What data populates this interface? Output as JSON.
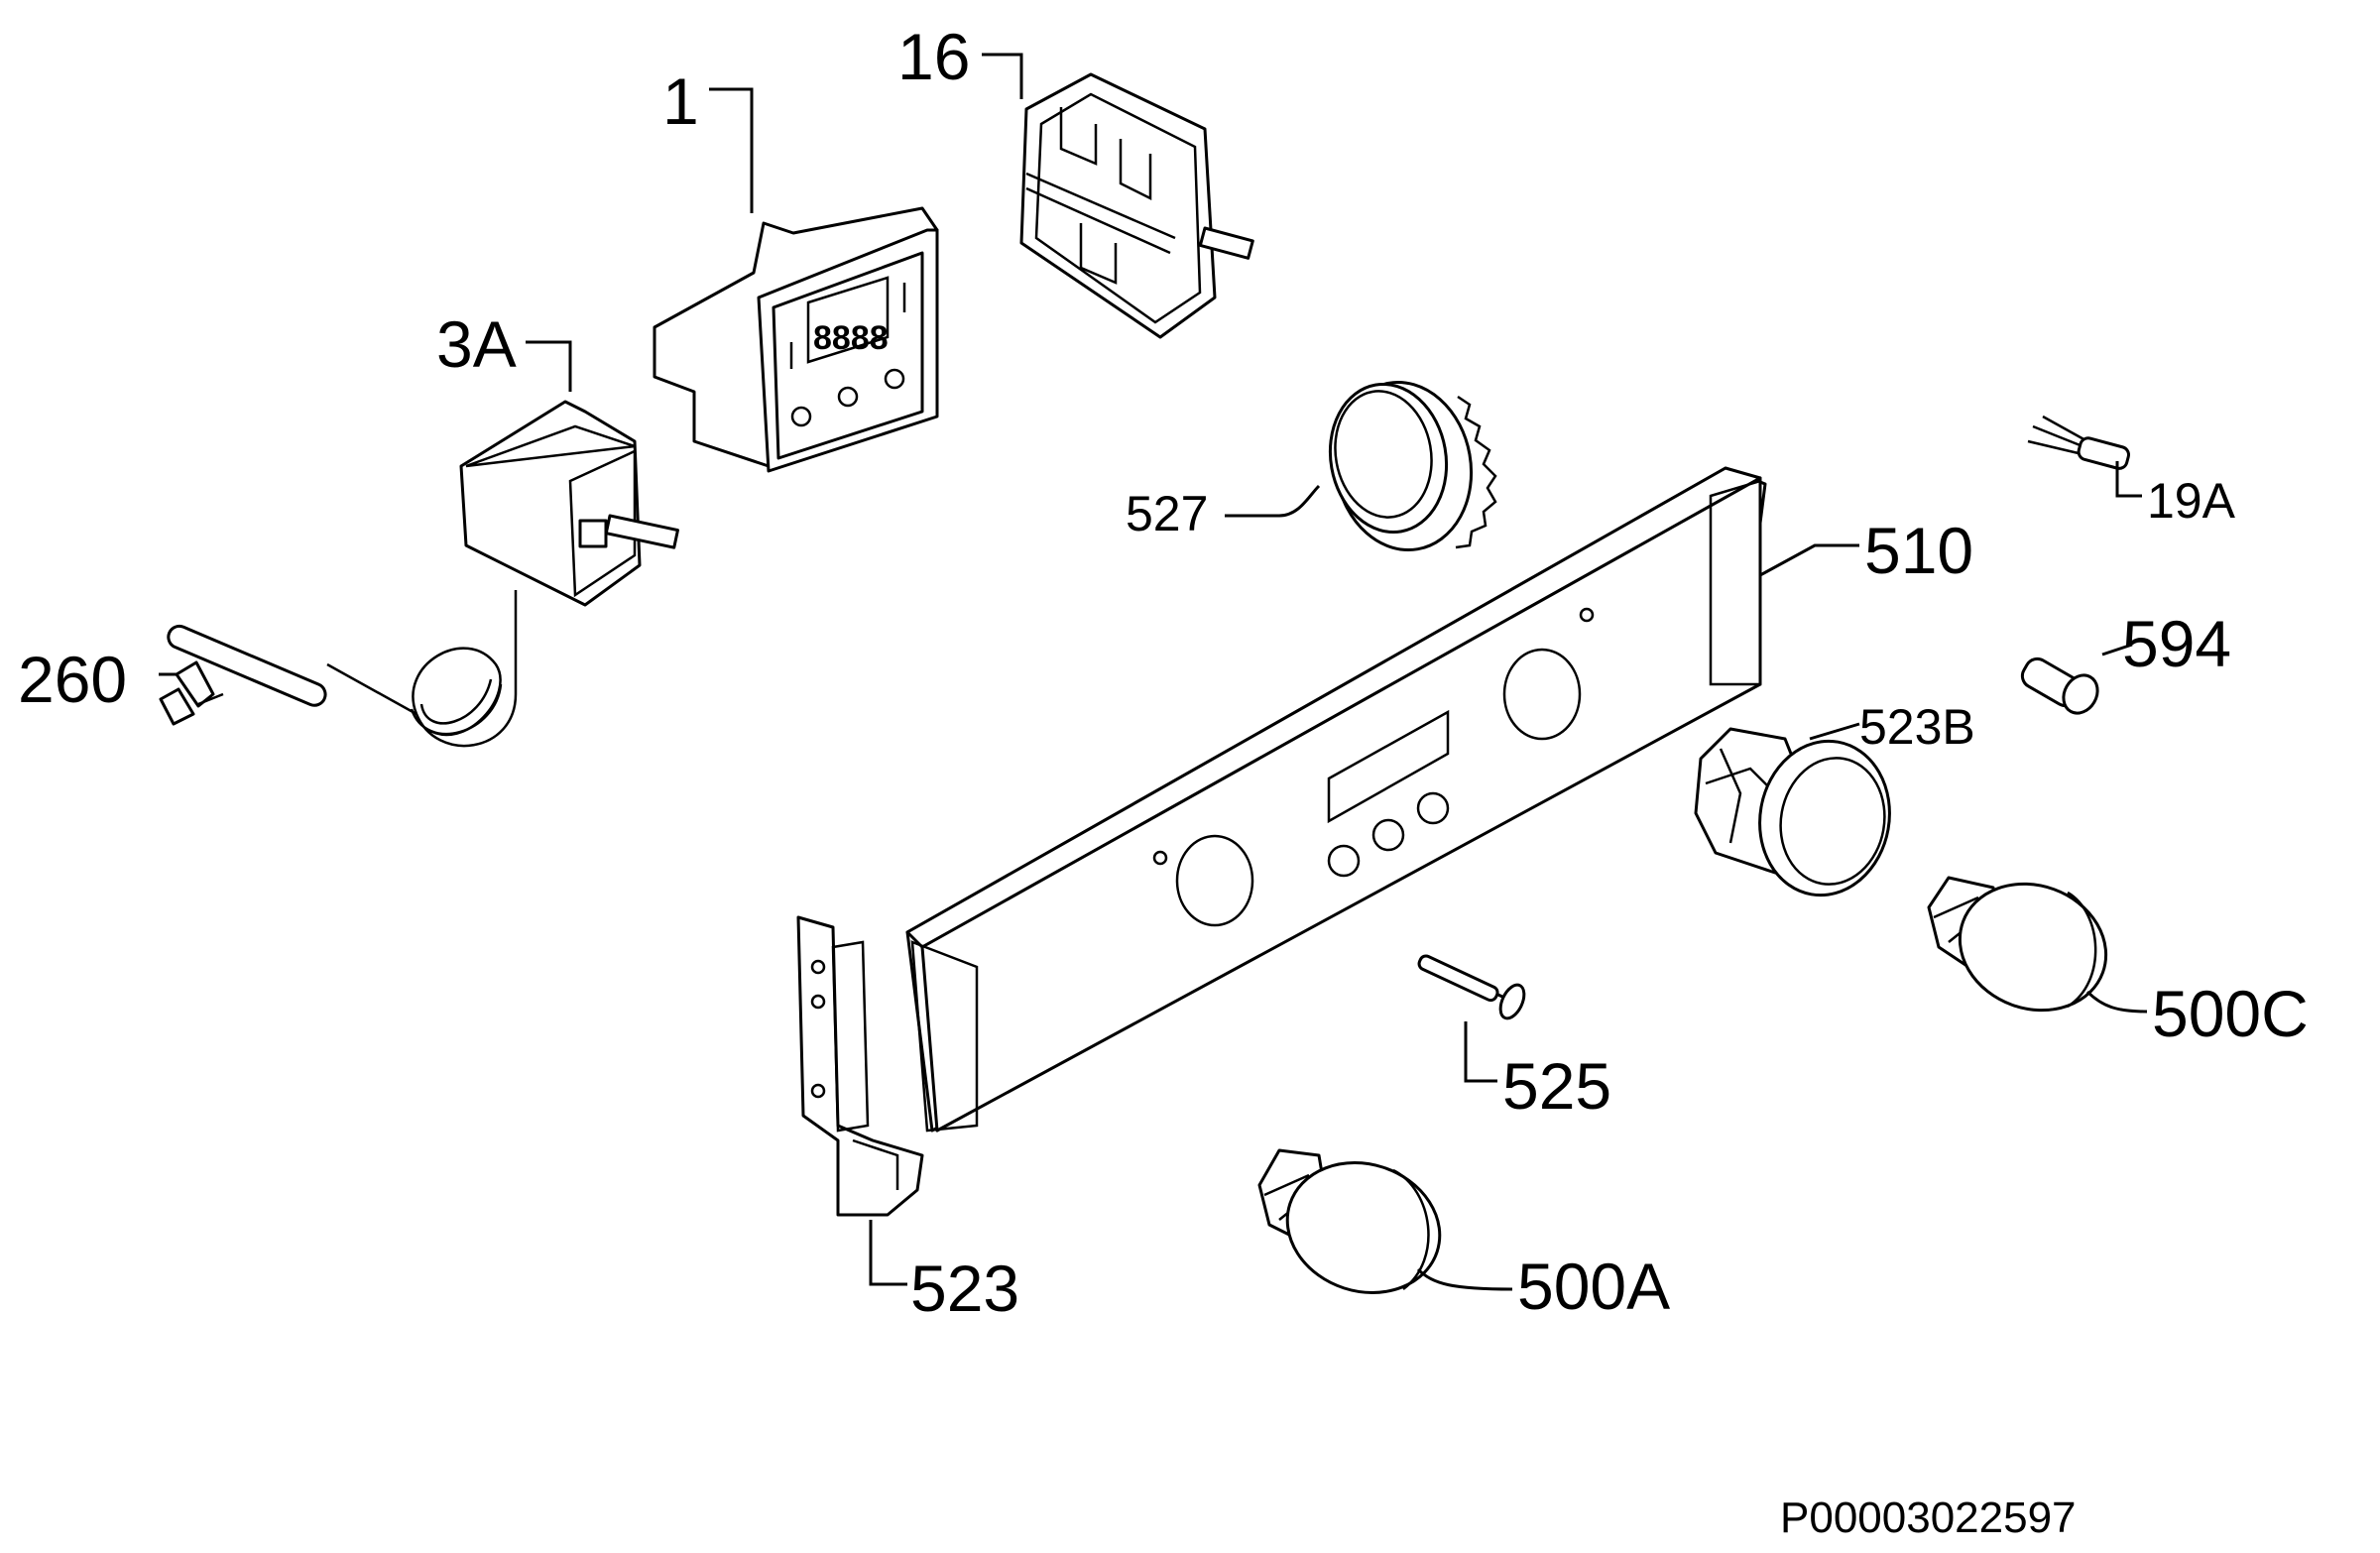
{
  "parts": [
    {
      "id": "1",
      "label": "1"
    },
    {
      "id": "16",
      "label": "16"
    },
    {
      "id": "3A",
      "label": "3A"
    },
    {
      "id": "260",
      "label": "260"
    },
    {
      "id": "527",
      "label": "527"
    },
    {
      "id": "19A",
      "label": "19A"
    },
    {
      "id": "510",
      "label": "510"
    },
    {
      "id": "594",
      "label": "594"
    },
    {
      "id": "523B",
      "label": "523B"
    },
    {
      "id": "500C",
      "label": "500C"
    },
    {
      "id": "525",
      "label": "525"
    },
    {
      "id": "523",
      "label": "523"
    },
    {
      "id": "500A",
      "label": "500A"
    }
  ],
  "drawing_ref": "P00003022597",
  "display_digits": "8888"
}
